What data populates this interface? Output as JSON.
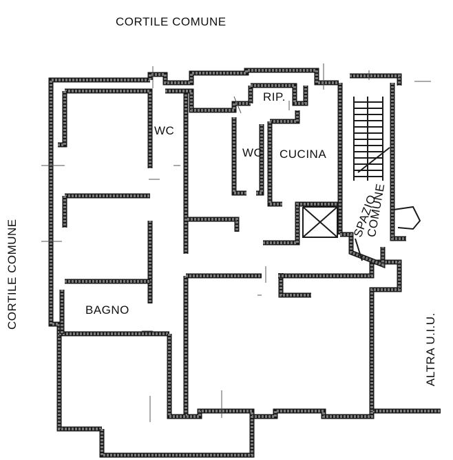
{
  "labels": {
    "top": "CORTILE COMUNE",
    "left": "CORTILE COMUNE",
    "right": "ALTRA U.I.U.",
    "wc1": "WC",
    "wc2": "WC",
    "rip": "RIP.",
    "cucina": "CUCINA",
    "spazio": "SPAZIO",
    "comune": "COMUNE",
    "bagno": "BAGNO"
  },
  "colors": {
    "wall": "#7a7a7a",
    "wall_edge": "#1a1a1a",
    "ink": "#111111"
  }
}
